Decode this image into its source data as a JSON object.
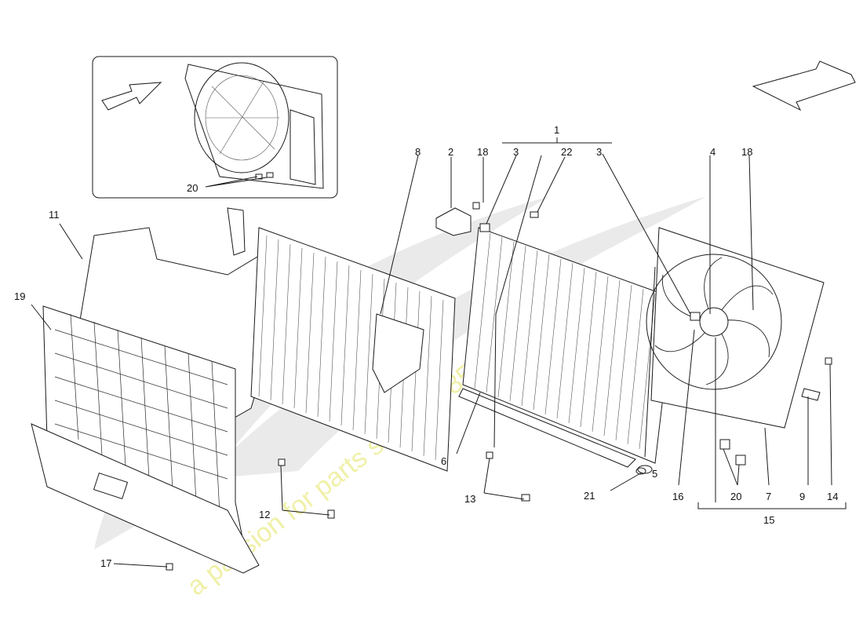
{
  "callouts": {
    "c1": "1",
    "c2": "2",
    "c3a": "3",
    "c3b": "3",
    "c4": "4",
    "c5": "5",
    "c6": "6",
    "c7": "7",
    "c8": "8",
    "c9": "9",
    "c11": "11",
    "c12": "12",
    "c13": "13",
    "c14": "14",
    "c15": "15",
    "c16": "16",
    "c17": "17",
    "c18a": "18",
    "c18b": "18",
    "c19": "19",
    "c20a": "20",
    "c20b": "20",
    "c21": "21",
    "c22": "22"
  },
  "watermark": {
    "slogan": "a passion for parts since 1985"
  }
}
